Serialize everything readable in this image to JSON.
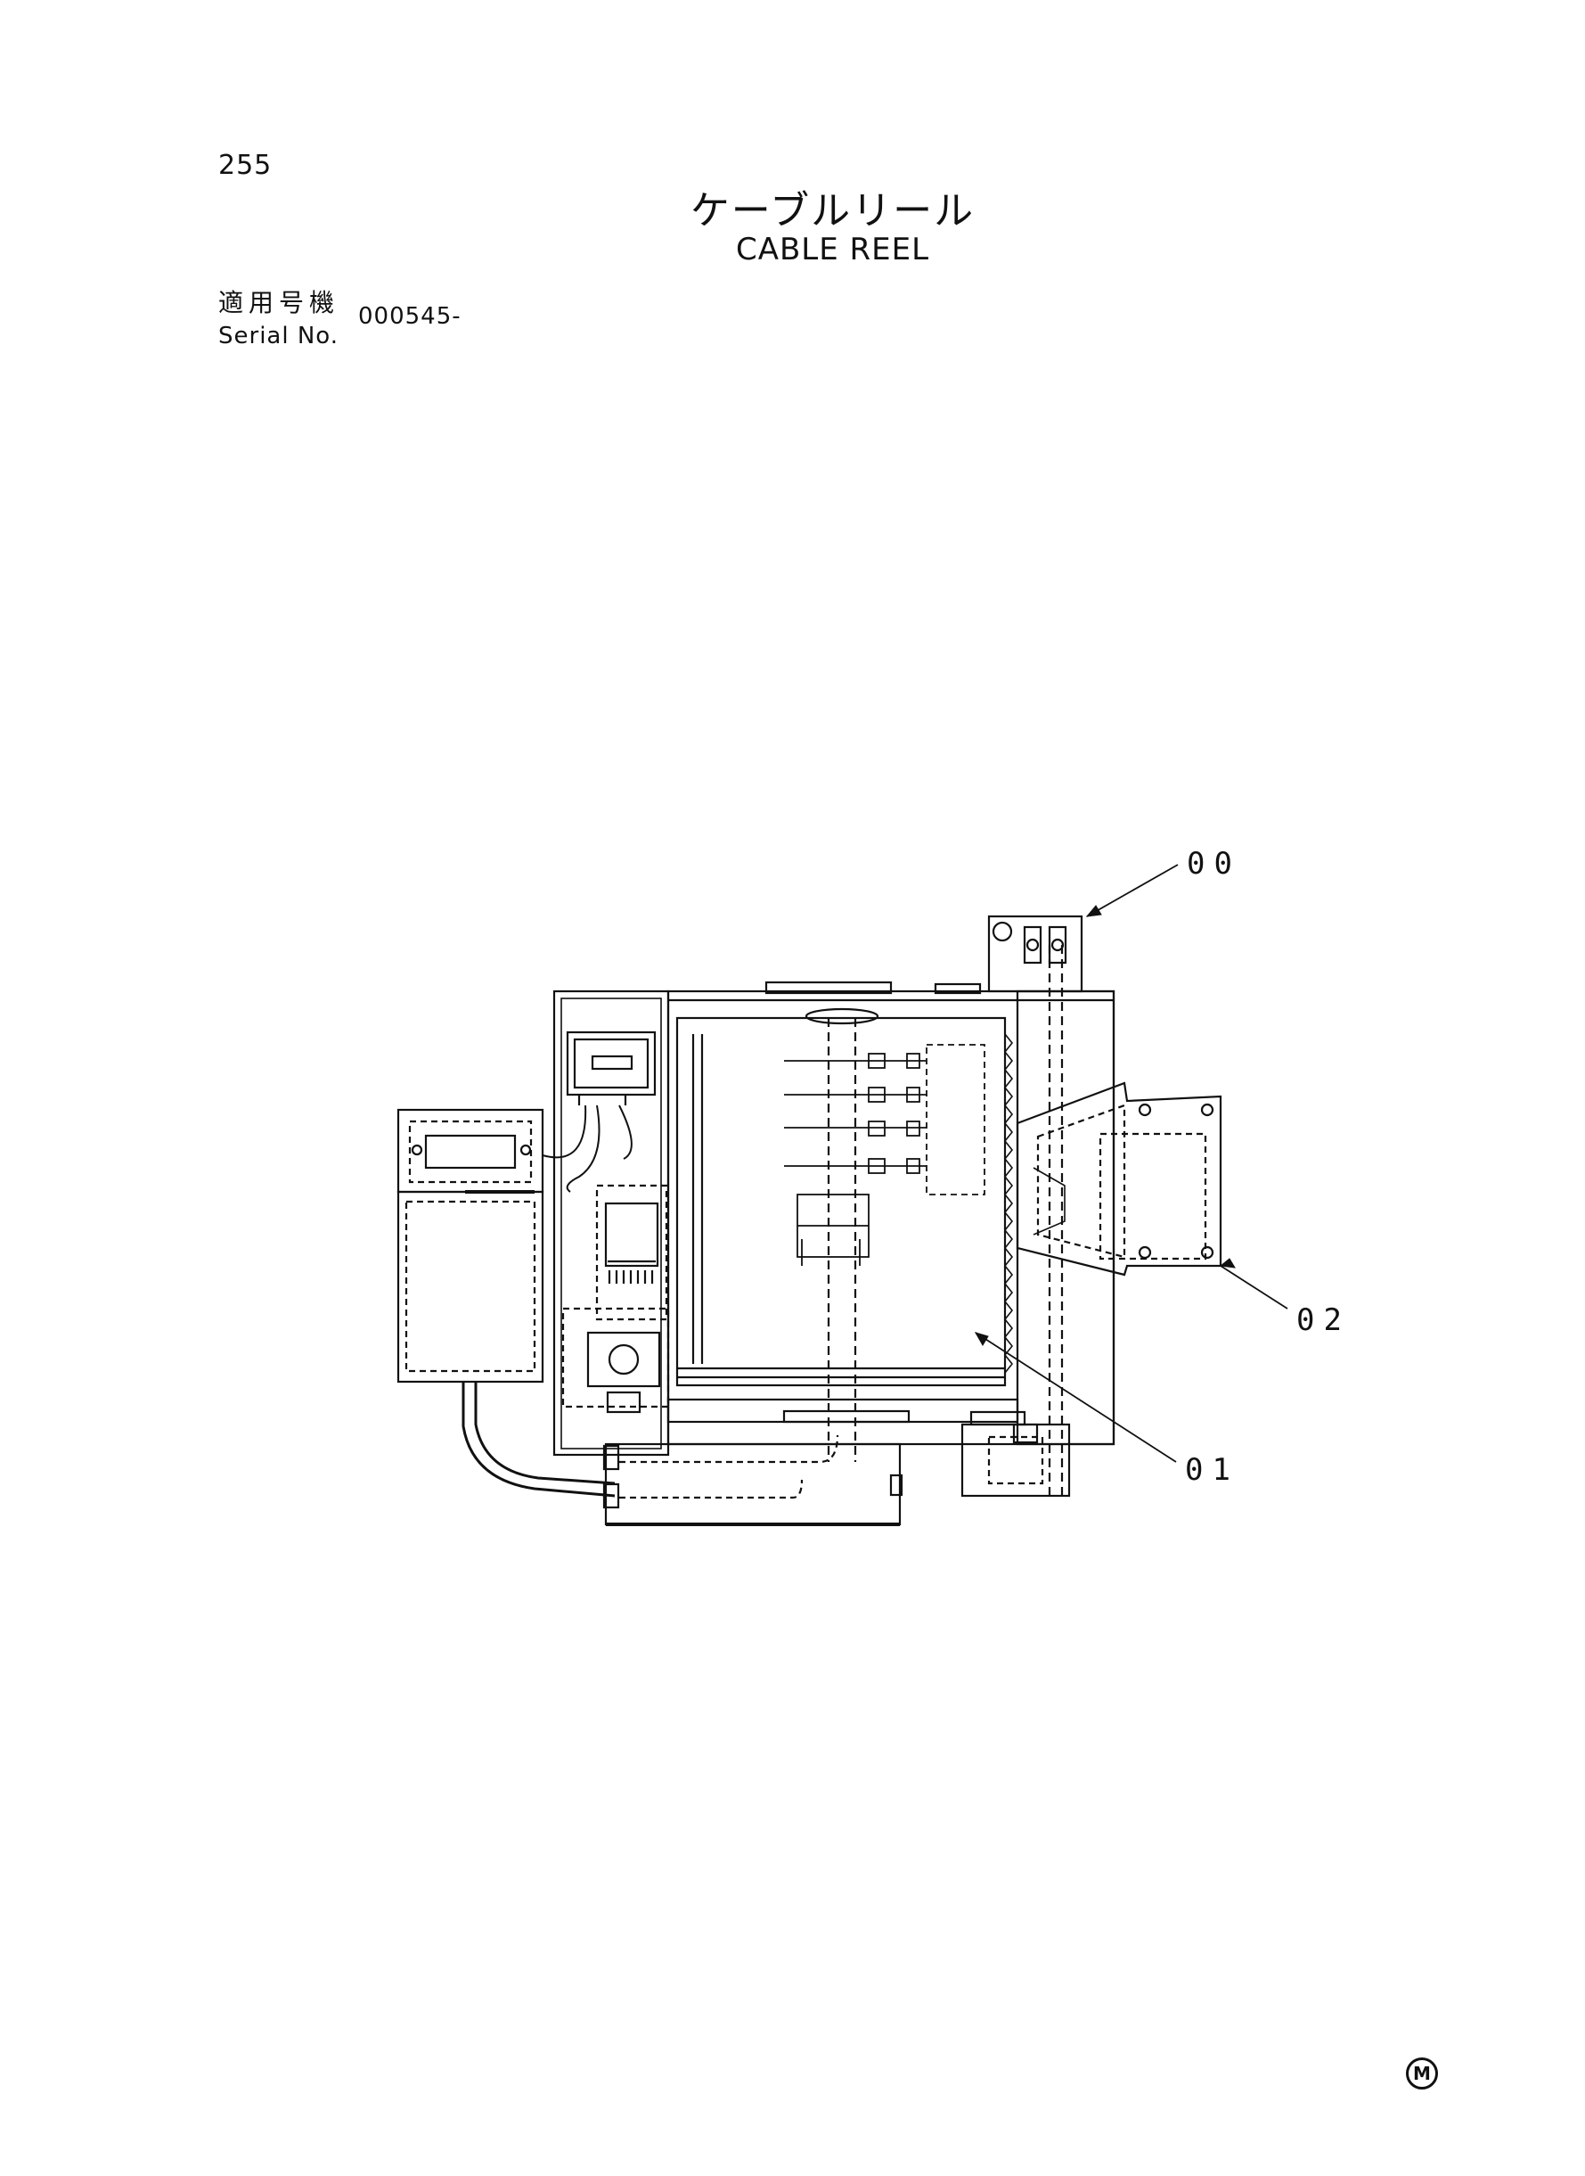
{
  "header": {
    "page_number": "255",
    "title_jp": "ケーブルリール",
    "title_en": "CABLE REEL",
    "serial_label_jp": "適用号機",
    "serial_label_en": "Serial No.",
    "serial_value": "000545-"
  },
  "callouts": {
    "c00": "00",
    "c01": "01",
    "c02": "02"
  },
  "footer": {
    "mark": "M"
  },
  "colors": {
    "line": "#111111",
    "background": "#ffffff"
  }
}
